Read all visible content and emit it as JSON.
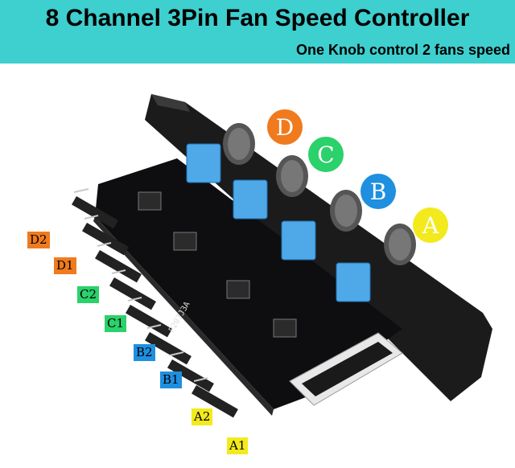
{
  "header": {
    "title": "8 Channel 3Pin Fan Speed Controller",
    "subtitle": "One Knob control 2 fans speed"
  },
  "knob_labels": [
    {
      "text": "D",
      "color": "#f07a1e"
    },
    {
      "text": "C",
      "color": "#2bd16a"
    },
    {
      "text": "B",
      "color": "#1f8fe0"
    },
    {
      "text": "A",
      "color": "#f2ea1c"
    }
  ],
  "port_labels": [
    {
      "text": "D2",
      "color": "#f07a1e"
    },
    {
      "text": "D1",
      "color": "#f07a1e"
    },
    {
      "text": "C2",
      "color": "#2bd16a"
    },
    {
      "text": "C1",
      "color": "#2bd16a"
    },
    {
      "text": "B2",
      "color": "#1f8fe0"
    },
    {
      "text": "B1",
      "color": "#1f8fe0"
    },
    {
      "text": "A2",
      "color": "#f2ea1c"
    },
    {
      "text": "A1",
      "color": "#f2ea1c"
    }
  ],
  "board_text": "P207J3A"
}
